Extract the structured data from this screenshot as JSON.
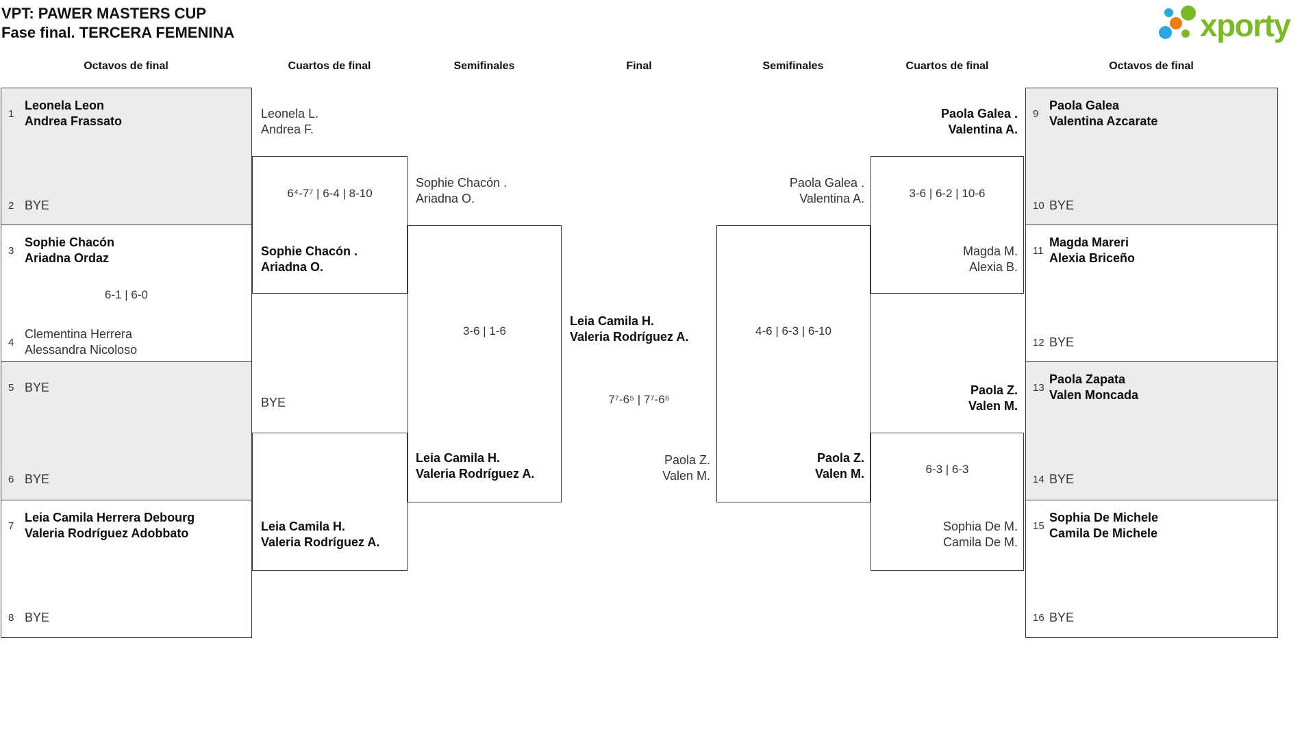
{
  "colors": {
    "brand_green": "#7cb928",
    "brand_blue": "#29a8e0",
    "brand_orange": "#ee7d18",
    "shaded_box": "#ececec",
    "line": "#3a3a3a"
  },
  "title": {
    "line1": "VPT: PAWER MASTERS CUP",
    "line2": "Fase final. TERCERA FEMENINA"
  },
  "logo": {
    "text": "xporty"
  },
  "round_headers": {
    "r16_left": "Octavos de final",
    "qf_left": "Cuartos de final",
    "sf_left": "Semifinales",
    "final": "Final",
    "sf_right": "Semifinales",
    "qf_right": "Cuartos de final",
    "r16_right": "Octavos de final"
  },
  "r16": {
    "m1": {
      "top": {
        "seed": "1",
        "line1": "Leonela Leon",
        "line2": "Andrea Frassato",
        "bold": true
      },
      "bottom": {
        "seed": "2",
        "line1": "BYE",
        "bold": false
      },
      "score": ""
    },
    "m2": {
      "top": {
        "seed": "3",
        "line1": "Sophie Chacón",
        "line2": "Ariadna Ordaz",
        "bold": true
      },
      "bottom": {
        "seed": "4",
        "line1": "Clementina Herrera",
        "line2": "Alessandra Nicoloso",
        "bold": false
      },
      "score": "6-1 | 6-0"
    },
    "m3": {
      "top": {
        "seed": "5",
        "line1": "BYE",
        "bold": false
      },
      "bottom": {
        "seed": "6",
        "line1": "BYE",
        "bold": false
      },
      "score": ""
    },
    "m4": {
      "top": {
        "seed": "7",
        "line1": "Leia Camila Herrera Debourg",
        "line2": "Valeria Rodríguez Adobbato",
        "bold": true
      },
      "bottom": {
        "seed": "8",
        "line1": "BYE",
        "bold": false
      },
      "score": ""
    },
    "m5": {
      "top": {
        "seed": "9",
        "line1": "Paola Galea",
        "line2": "Valentina Azcarate",
        "bold": true
      },
      "bottom": {
        "seed": "10",
        "line1": "BYE",
        "bold": false
      },
      "score": ""
    },
    "m6": {
      "top": {
        "seed": "11",
        "line1": "Magda Mareri",
        "line2": "Alexia Briceño",
        "bold": true
      },
      "bottom": {
        "seed": "12",
        "line1": "BYE",
        "bold": false
      },
      "score": ""
    },
    "m7": {
      "top": {
        "seed": "13",
        "line1": "Paola Zapata",
        "line2": "Valen Moncada",
        "bold": true
      },
      "bottom": {
        "seed": "14",
        "line1": "BYE",
        "bold": false
      },
      "score": ""
    },
    "m8": {
      "top": {
        "seed": "15",
        "line1": "Sophia De Michele",
        "line2": "Camila De Michele",
        "bold": true
      },
      "bottom": {
        "seed": "16",
        "line1": "BYE",
        "bold": false
      },
      "score": ""
    }
  },
  "matches": {
    "qf1": {
      "team1": {
        "line1": "Leonela L.",
        "line2": "Andrea F.",
        "bold": false
      },
      "team2": {
        "line1": "Sophie Chacón .",
        "line2": "Ariadna O.",
        "bold": true
      },
      "score": "6⁴-7⁷ | 6-4 | 8-10"
    },
    "qf2": {
      "team1": {
        "line1": "BYE",
        "bold": false
      },
      "team2": {
        "line1": "Leia Camila H.",
        "line2": "Valeria Rodríguez A.",
        "bold": true
      },
      "score": ""
    },
    "sf1": {
      "team1": {
        "line1": "Sophie Chacón .",
        "line2": "Ariadna O.",
        "bold": false
      },
      "team2": {
        "line1": "Leia Camila H.",
        "line2": "Valeria Rodríguez A.",
        "bold": true
      },
      "score": "3-6 | 1-6"
    },
    "final": {
      "team1": {
        "line1": "Leia Camila H.",
        "line2": "Valeria Rodríguez A.",
        "bold": true
      },
      "team2": {
        "line1": "Paola Z.",
        "line2": "Valen M.",
        "bold": false
      },
      "score": "7⁷-6⁵ | 7⁷-6⁶"
    },
    "sf2": {
      "team1": {
        "line1": "Paola Galea .",
        "line2": "Valentina A.",
        "bold": false
      },
      "team2": {
        "line1": "Paola Z.",
        "line2": "Valen M.",
        "bold": true
      },
      "score": "4-6 | 6-3 | 6-10"
    },
    "qf3": {
      "team1": {
        "line1": "Paola Galea .",
        "line2": "Valentina A.",
        "bold": true
      },
      "team2": {
        "line1": "Magda M.",
        "line2": "Alexia B.",
        "bold": false
      },
      "score": "3-6 | 6-2 | 10-6"
    },
    "qf4": {
      "team1": {
        "line1": "Paola Z.",
        "line2": "Valen M.",
        "bold": true
      },
      "team2": {
        "line1": "Sophia De M.",
        "line2": "Camila De M.",
        "bold": false
      },
      "score": "6-3 | 6-3"
    }
  }
}
